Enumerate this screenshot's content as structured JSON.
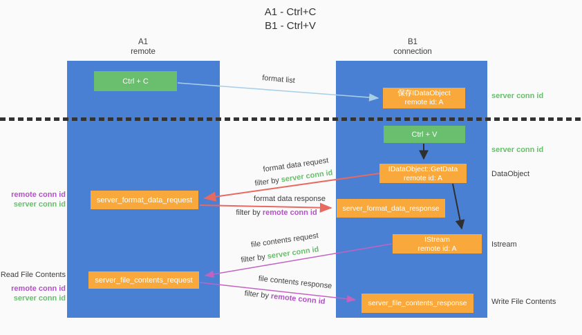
{
  "title": {
    "line1": "A1 - Ctrl+C",
    "line2": "B1 - Ctrl+V"
  },
  "lanes": {
    "a": {
      "name": "A1",
      "subtitle": "remote"
    },
    "b": {
      "name": "B1",
      "subtitle": "connection"
    }
  },
  "nodes": {
    "ctrl_c": {
      "label": "Ctrl + C"
    },
    "ctrl_v": {
      "label": "Ctrl + V"
    },
    "save_dataobject": {
      "line1": "保存IDataObject",
      "line2": "remote id: A"
    },
    "getdata": {
      "line1": "IDataObject::GetData",
      "line2": "remote id: A"
    },
    "istream": {
      "line1": "IStream",
      "line2": "remote id: A"
    },
    "format_request": {
      "label": "server_format_data_request"
    },
    "format_response": {
      "label": "server_format_data_response"
    },
    "file_request": {
      "label": "server_file_contents_request"
    },
    "file_response": {
      "label": "server_file_contents_response"
    }
  },
  "flows": {
    "format_list": {
      "label": "format list"
    },
    "format_data_request": {
      "label": "format data request",
      "filter_prefix": "filter by",
      "filter_key": "server conn id"
    },
    "format_data_response": {
      "label": "format data response",
      "filter_prefix": "filter by",
      "filter_key": "remote conn id"
    },
    "file_contents_request": {
      "label": "file contents request",
      "filter_prefix": "filter by",
      "filter_key": "server conn id"
    },
    "file_contents_response": {
      "label": "file contents response",
      "filter_prefix": "filter by",
      "filter_key": "remote conn id"
    }
  },
  "annotations": {
    "left_format": {
      "remote": "remote conn id",
      "server": "server conn id"
    },
    "left_file": {
      "title": "Read File Contents",
      "remote": "remote conn id",
      "server": "server conn id"
    },
    "right_server_top": "server conn id",
    "right_server_mid": "server conn id",
    "right_dataobject": "DataObject",
    "right_istream": "Istream",
    "right_write": "Write File Contents"
  },
  "colors": {
    "lane_fill": "#4a80d4",
    "green_node": "#69bf6e",
    "orange_node": "#f9a93c",
    "blue_arrow": "#a9cfe8",
    "black_arrow": "#2f2f2f",
    "red_arrow": "#e8695f",
    "magenta_arrow": "#c263c2",
    "green_text": "#67bf6b",
    "purple_text": "#b450c8"
  }
}
